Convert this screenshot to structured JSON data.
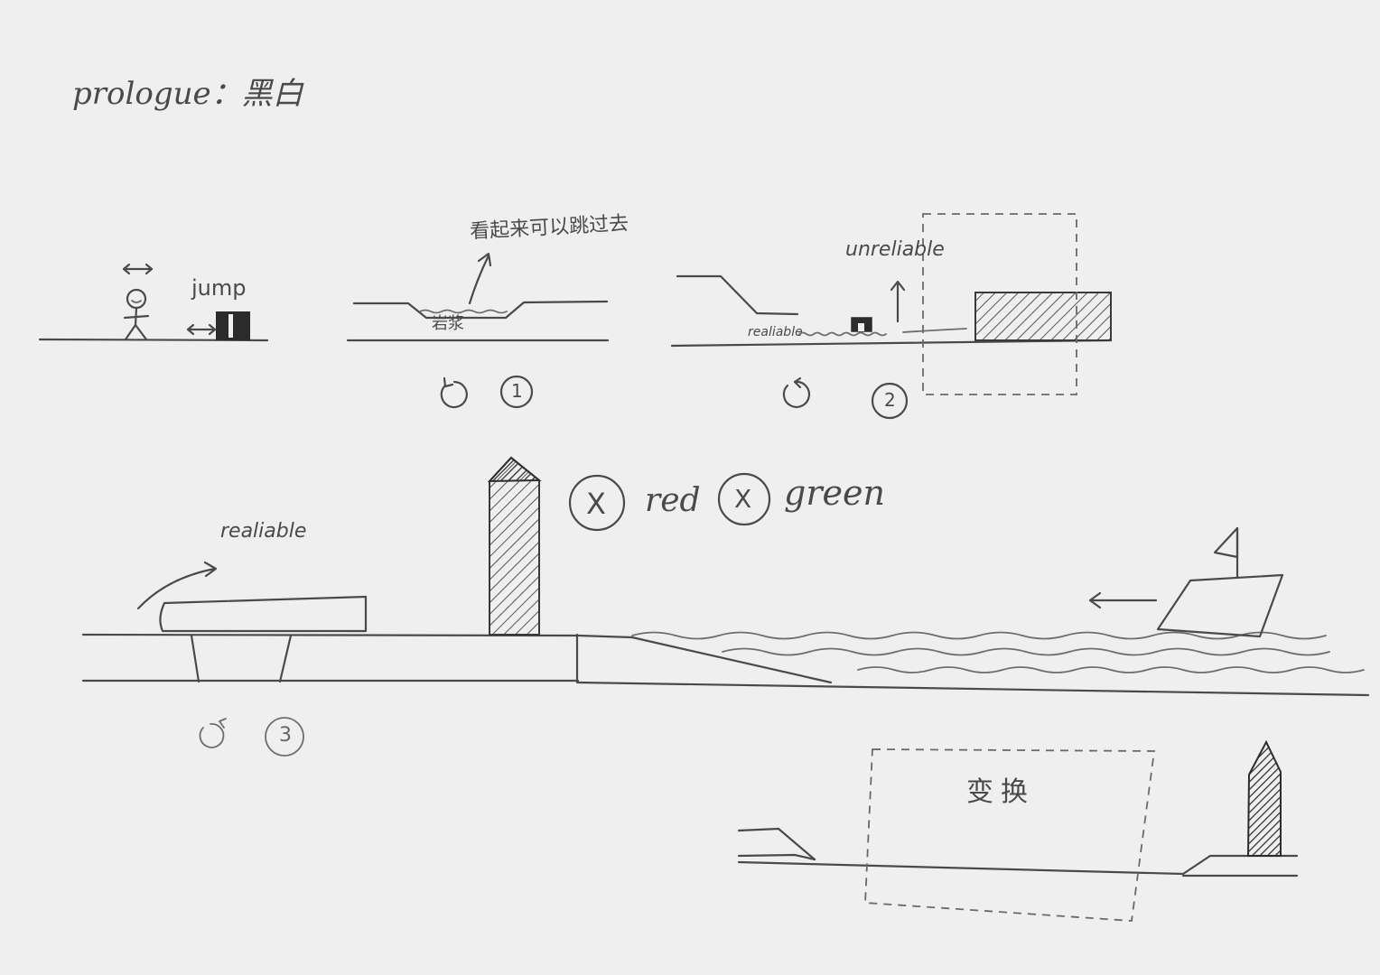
{
  "title": "prologue：黑白",
  "scene1": {
    "jump_label": "jump"
  },
  "scene2": {
    "note": "看起来可以跳过去",
    "ground_label": "岩浆",
    "step_number": "1"
  },
  "scene3": {
    "top_label": "unreliable",
    "bottom_label": "realiable",
    "step_number": "2"
  },
  "scene4": {
    "platform_label": "realiable",
    "step_number": "3"
  },
  "colors_row": {
    "red_label": "red",
    "green_label": "green",
    "mark_symbol": "X"
  },
  "scene5": {
    "label": "变换"
  }
}
